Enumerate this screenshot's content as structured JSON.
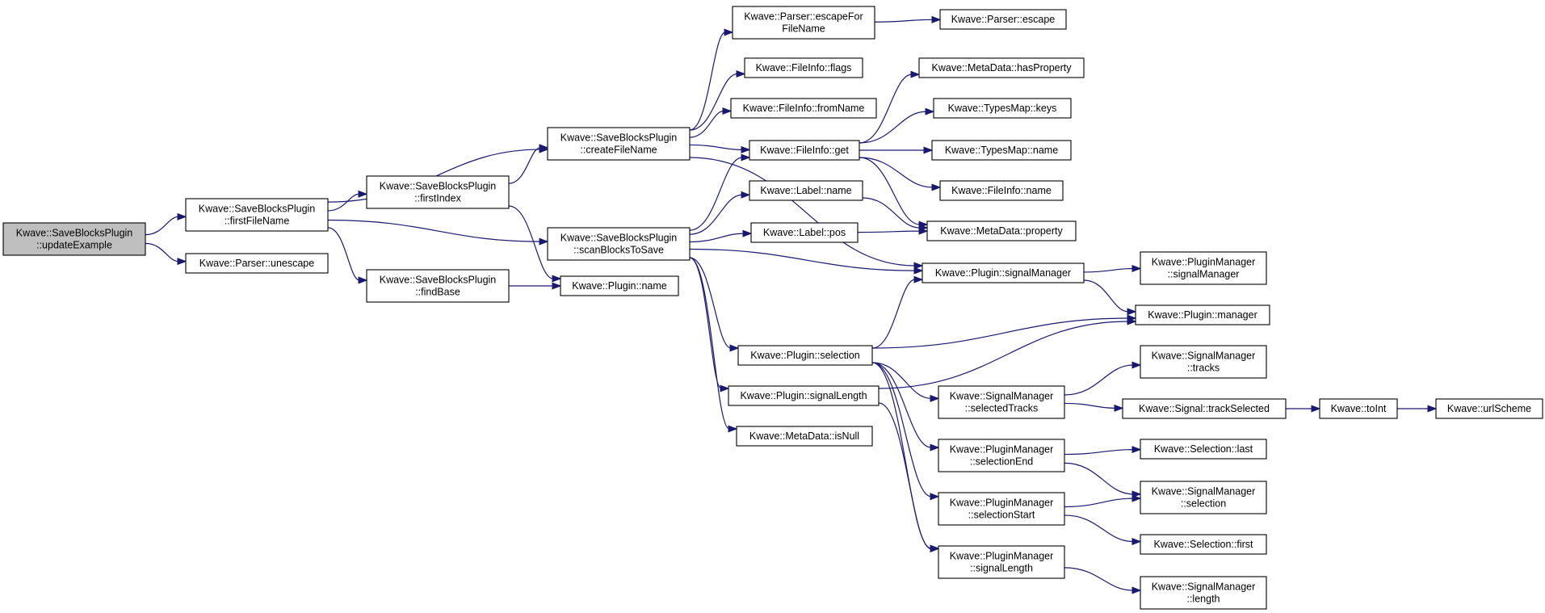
{
  "colors": {
    "edge": "#191970",
    "root_fill": "#bfbfbf",
    "node_fill": "#ffffff",
    "border": "#000000"
  },
  "nodes": [
    {
      "id": "updateExample",
      "lines": [
        "Kwave::SaveBlocksPlugin",
        "::updateExample"
      ],
      "root": true
    },
    {
      "id": "firstFileName",
      "lines": [
        "Kwave::SaveBlocksPlugin",
        "::firstFileName"
      ]
    },
    {
      "id": "parserUnescape",
      "lines": [
        "Kwave::Parser::unescape"
      ]
    },
    {
      "id": "firstIndex",
      "lines": [
        "Kwave::SaveBlocksPlugin",
        "::firstIndex"
      ]
    },
    {
      "id": "findBase",
      "lines": [
        "Kwave::SaveBlocksPlugin",
        "::findBase"
      ]
    },
    {
      "id": "createFileName",
      "lines": [
        "Kwave::SaveBlocksPlugin",
        "::createFileName"
      ]
    },
    {
      "id": "scanBlocksToSave",
      "lines": [
        "Kwave::SaveBlocksPlugin",
        "::scanBlocksToSave"
      ]
    },
    {
      "id": "pluginName",
      "lines": [
        "Kwave::Plugin::name"
      ]
    },
    {
      "id": "escapeForFileName",
      "lines": [
        "Kwave::Parser::escapeFor",
        "FileName"
      ]
    },
    {
      "id": "fileInfoFlags",
      "lines": [
        "Kwave::FileInfo::flags"
      ]
    },
    {
      "id": "fileInfoFromName",
      "lines": [
        "Kwave::FileInfo::fromName"
      ]
    },
    {
      "id": "fileInfoGet",
      "lines": [
        "Kwave::FileInfo::get"
      ]
    },
    {
      "id": "labelName",
      "lines": [
        "Kwave::Label::name"
      ]
    },
    {
      "id": "labelPos",
      "lines": [
        "Kwave::Label::pos"
      ]
    },
    {
      "id": "pluginSelection",
      "lines": [
        "Kwave::Plugin::selection"
      ]
    },
    {
      "id": "pluginSignalLength",
      "lines": [
        "Kwave::Plugin::signalLength"
      ]
    },
    {
      "id": "metaDataIsNull",
      "lines": [
        "Kwave::MetaData::isNull"
      ]
    },
    {
      "id": "parserEscape",
      "lines": [
        "Kwave::Parser::escape"
      ]
    },
    {
      "id": "metaDataHasProperty",
      "lines": [
        "Kwave::MetaData::hasProperty"
      ]
    },
    {
      "id": "typesMapKeys",
      "lines": [
        "Kwave::TypesMap::keys"
      ]
    },
    {
      "id": "typesMapName",
      "lines": [
        "Kwave::TypesMap::name"
      ]
    },
    {
      "id": "fileInfoName",
      "lines": [
        "Kwave::FileInfo::name"
      ]
    },
    {
      "id": "metaDataProperty",
      "lines": [
        "Kwave::MetaData::property"
      ]
    },
    {
      "id": "pluginSignalManager",
      "lines": [
        "Kwave::Plugin::signalManager"
      ]
    },
    {
      "id": "signalManagerSelectedTracks",
      "lines": [
        "Kwave::SignalManager",
        "::selectedTracks"
      ]
    },
    {
      "id": "pluginManagerSelectionEnd",
      "lines": [
        "Kwave::PluginManager",
        "::selectionEnd"
      ]
    },
    {
      "id": "pluginManagerSelectionStart",
      "lines": [
        "Kwave::PluginManager",
        "::selectionStart"
      ]
    },
    {
      "id": "pluginManagerSignalLength",
      "lines": [
        "Kwave::PluginManager",
        "::signalLength"
      ]
    },
    {
      "id": "pluginManagerSignalManager",
      "lines": [
        "Kwave::PluginManager",
        "::signalManager"
      ]
    },
    {
      "id": "pluginManager",
      "lines": [
        "Kwave::Plugin::manager"
      ]
    },
    {
      "id": "signalManagerTracks",
      "lines": [
        "Kwave::SignalManager",
        "::tracks"
      ]
    },
    {
      "id": "signalTrackSelected",
      "lines": [
        "Kwave::Signal::trackSelected"
      ]
    },
    {
      "id": "selectionLast",
      "lines": [
        "Kwave::Selection::last"
      ]
    },
    {
      "id": "signalManagerSelection",
      "lines": [
        "Kwave::SignalManager",
        "::selection"
      ]
    },
    {
      "id": "selectionFirst",
      "lines": [
        "Kwave::Selection::first"
      ]
    },
    {
      "id": "signalManagerLength",
      "lines": [
        "Kwave::SignalManager",
        "::length"
      ]
    },
    {
      "id": "toInt",
      "lines": [
        "Kwave::toInt"
      ]
    },
    {
      "id": "urlScheme",
      "lines": [
        "Kwave::urlScheme"
      ]
    }
  ],
  "edges": [
    [
      "updateExample",
      "firstFileName"
    ],
    [
      "updateExample",
      "parserUnescape"
    ],
    [
      "firstFileName",
      "createFileName"
    ],
    [
      "firstFileName",
      "firstIndex"
    ],
    [
      "firstFileName",
      "scanBlocksToSave"
    ],
    [
      "firstFileName",
      "findBase"
    ],
    [
      "firstIndex",
      "createFileName"
    ],
    [
      "firstIndex",
      "pluginName"
    ],
    [
      "findBase",
      "pluginName"
    ],
    [
      "createFileName",
      "escapeForFileName"
    ],
    [
      "createFileName",
      "fileInfoFlags"
    ],
    [
      "createFileName",
      "fileInfoFromName"
    ],
    [
      "createFileName",
      "fileInfoGet"
    ],
    [
      "createFileName",
      "pluginSignalManager"
    ],
    [
      "scanBlocksToSave",
      "fileInfoGet"
    ],
    [
      "scanBlocksToSave",
      "labelName"
    ],
    [
      "scanBlocksToSave",
      "labelPos"
    ],
    [
      "scanBlocksToSave",
      "pluginSignalManager"
    ],
    [
      "scanBlocksToSave",
      "pluginSelection"
    ],
    [
      "scanBlocksToSave",
      "pluginSignalLength"
    ],
    [
      "scanBlocksToSave",
      "metaDataIsNull"
    ],
    [
      "escapeForFileName",
      "parserEscape"
    ],
    [
      "fileInfoGet",
      "metaDataHasProperty"
    ],
    [
      "fileInfoGet",
      "typesMapKeys"
    ],
    [
      "fileInfoGet",
      "typesMapName"
    ],
    [
      "fileInfoGet",
      "fileInfoName"
    ],
    [
      "fileInfoGet",
      "metaDataProperty"
    ],
    [
      "labelName",
      "metaDataProperty"
    ],
    [
      "labelPos",
      "metaDataProperty"
    ],
    [
      "pluginSelection",
      "pluginSignalManager"
    ],
    [
      "pluginSelection",
      "pluginManager"
    ],
    [
      "pluginSelection",
      "signalManagerSelectedTracks"
    ],
    [
      "pluginSelection",
      "pluginManagerSelectionEnd"
    ],
    [
      "pluginSelection",
      "pluginManagerSelectionStart"
    ],
    [
      "pluginSelection",
      "pluginManagerSignalLength"
    ],
    [
      "pluginSignalLength",
      "pluginManager"
    ],
    [
      "pluginSignalLength",
      "pluginManagerSignalLength"
    ],
    [
      "pluginSignalManager",
      "pluginManagerSignalManager"
    ],
    [
      "pluginSignalManager",
      "pluginManager"
    ],
    [
      "signalManagerSelectedTracks",
      "signalManagerTracks"
    ],
    [
      "signalManagerSelectedTracks",
      "signalTrackSelected"
    ],
    [
      "signalTrackSelected",
      "toInt"
    ],
    [
      "toInt",
      "urlScheme"
    ],
    [
      "pluginManagerSelectionEnd",
      "selectionLast"
    ],
    [
      "pluginManagerSelectionEnd",
      "signalManagerSelection"
    ],
    [
      "pluginManagerSelectionStart",
      "signalManagerSelection"
    ],
    [
      "pluginManagerSelectionStart",
      "selectionFirst"
    ],
    [
      "pluginManagerSignalLength",
      "signalManagerLength"
    ]
  ]
}
